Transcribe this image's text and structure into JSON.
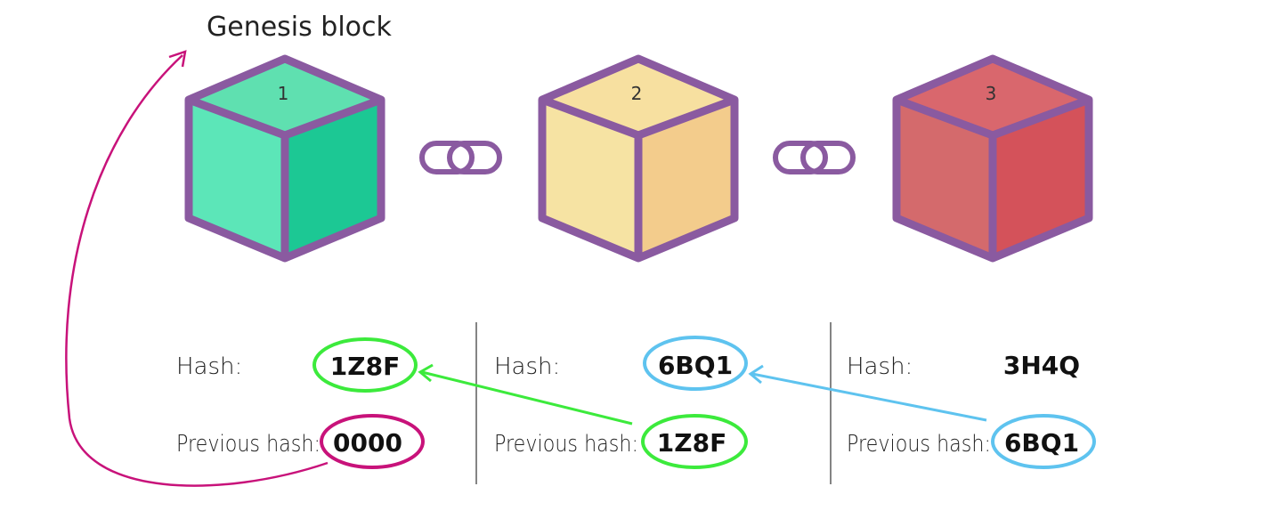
{
  "title": "Genesis block",
  "labels": {
    "hash": "Hash:",
    "previous_hash": "Previous hash:"
  },
  "blocks": [
    {
      "number": "1",
      "hash": "1Z8F",
      "previous_hash": "0000",
      "colors": {
        "top": "#5fe0b0",
        "left": "#5ce6b8",
        "right": "#1cc894"
      }
    },
    {
      "number": "2",
      "hash": "6BQ1",
      "previous_hash": "1Z8F",
      "colors": {
        "top": "#f7e0a0",
        "left": "#f6e3a3",
        "right": "#f3cc8c"
      }
    },
    {
      "number": "3",
      "hash": "3H4Q",
      "previous_hash": "6BQ1",
      "colors": {
        "top": "#d9676d",
        "left": "#d46a6c",
        "right": "#d4525a"
      }
    }
  ],
  "colors": {
    "outline": "#8a5aa0",
    "genesis_arrow": "#c8127a",
    "link_1_2": "#3cea3c",
    "link_2_3": "#5ec3ef",
    "divider": "#333333"
  }
}
